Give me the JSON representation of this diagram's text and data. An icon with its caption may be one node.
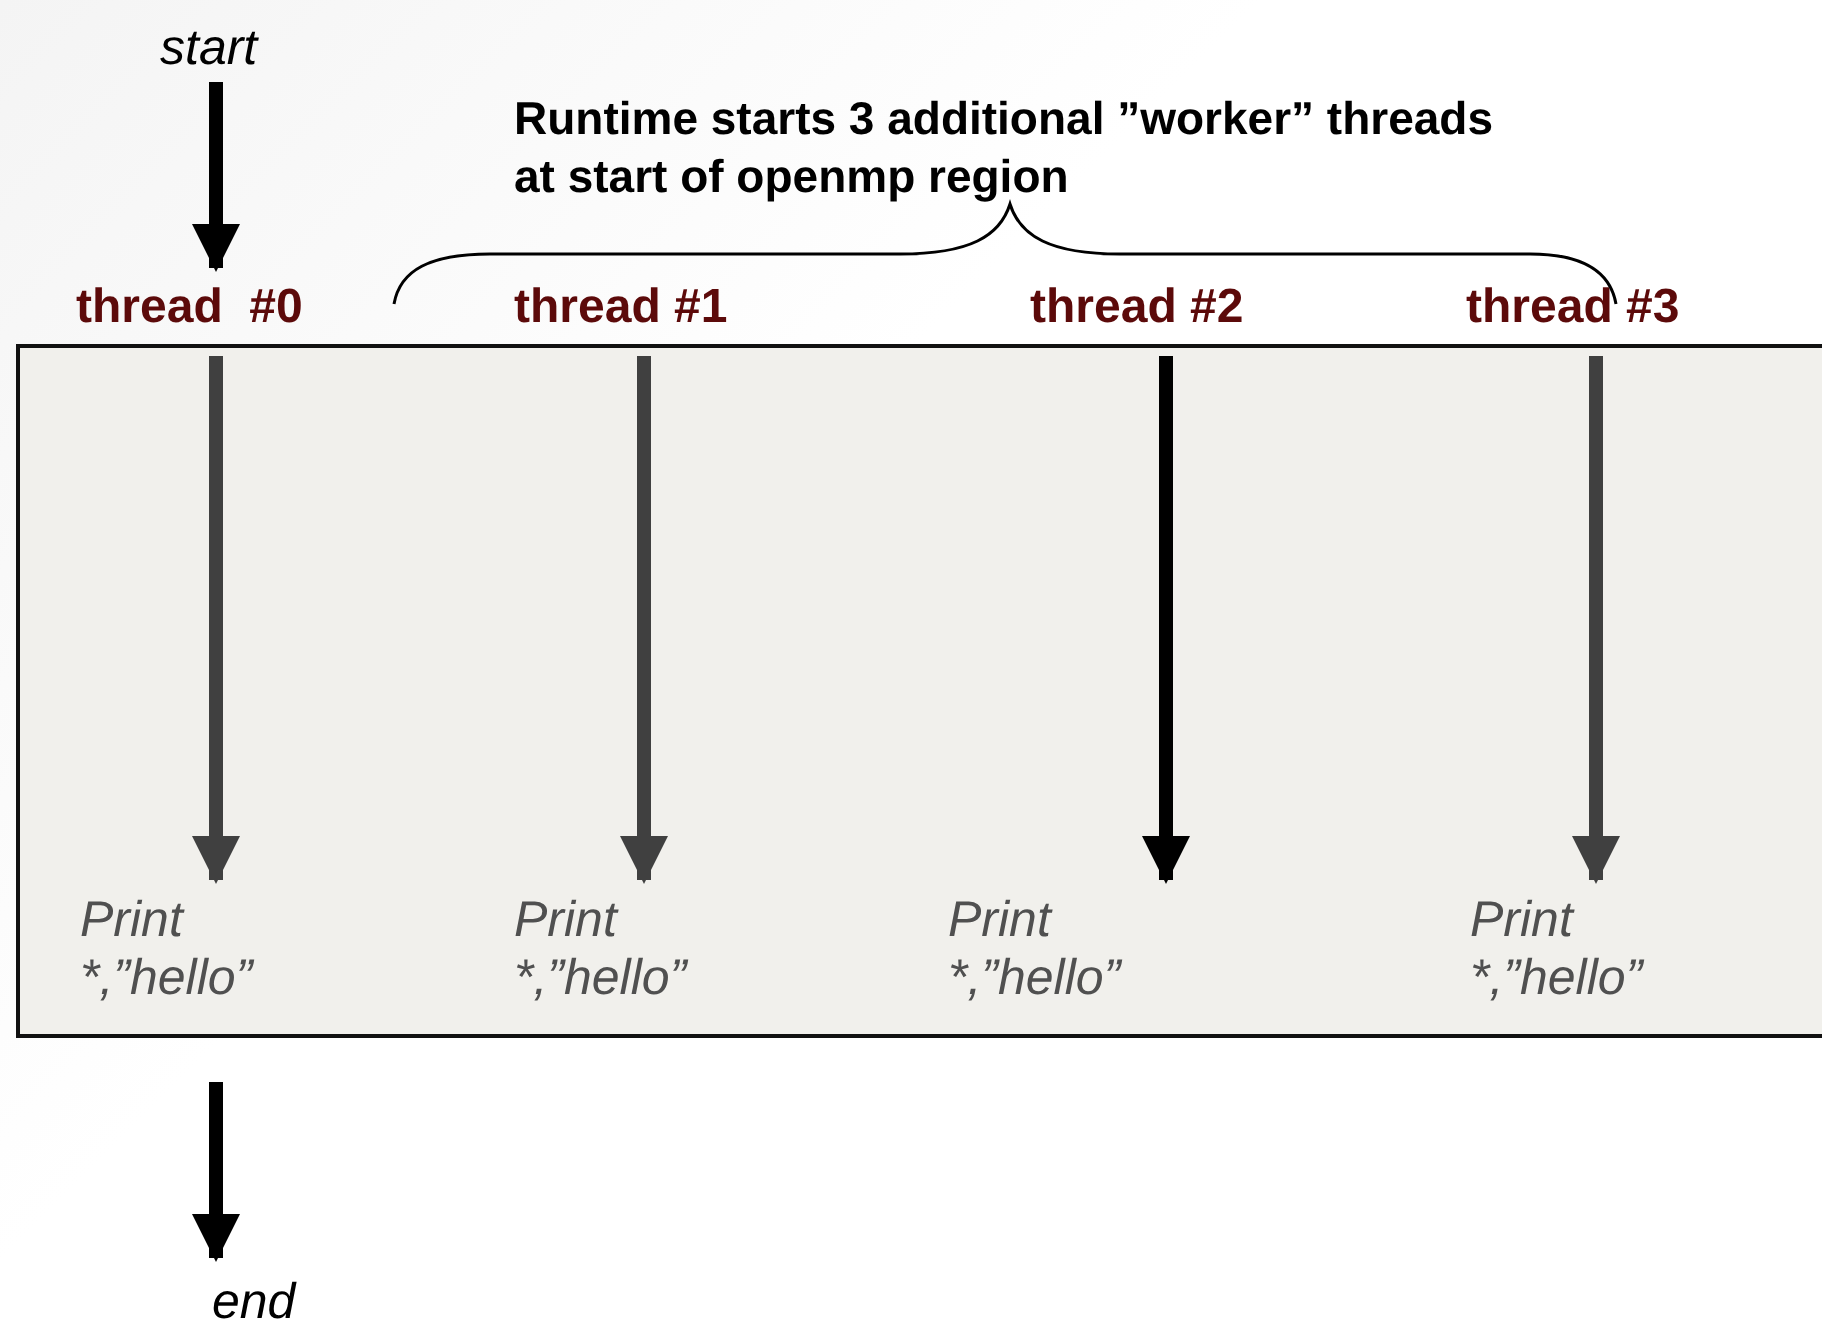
{
  "diagram": {
    "nodes": [
      {
        "text": [
          "start"
        ]
      },
      {
        "text": [
          "thread  #0"
        ]
      },
      {
        "text": [
          "thread #1"
        ]
      },
      {
        "text": [
          "thread #2"
        ]
      },
      {
        "text": [
          "thread #3"
        ]
      },
      {
        "text": [],
        "shape": "box"
      },
      {
        "text": [
          "Print *,”hello”"
        ],
        "in": 5
      },
      {
        "text": [
          "Print *,”hello”"
        ],
        "in": 5
      },
      {
        "text": [
          "Print *,”hello”"
        ],
        "in": 5
      },
      {
        "text": [
          "Print *,”hello”"
        ],
        "in": 5
      },
      {
        "text": [
          "end"
        ]
      }
    ],
    "edges": [
      {
        "from": 0,
        "to": 1,
        "arrow": "to"
      },
      {
        "from": 1,
        "to": 6,
        "arrow": "to",
        "color": "#404040"
      },
      {
        "from": 2,
        "to": 7,
        "arrow": "to",
        "color": "#404040"
      },
      {
        "from": 3,
        "to": 8,
        "arrow": "to"
      },
      {
        "from": 4,
        "to": 9,
        "arrow": "to",
        "color": "#404040"
      },
      {
        "from": 5,
        "to": 10,
        "arrow": "to"
      }
    ],
    "labels": [
      "Runtime starts 3 additional ”worker” threads at start of openmp region"
    ]
  }
}
